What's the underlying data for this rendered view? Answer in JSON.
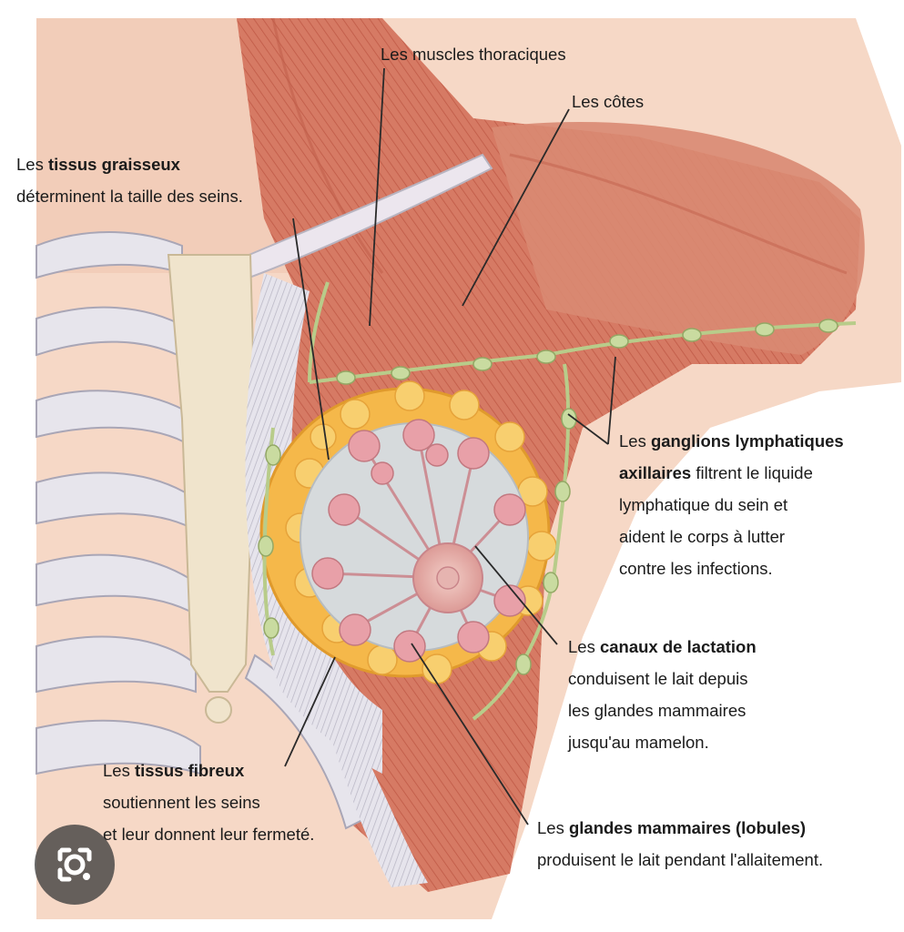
{
  "labels": {
    "muscles": {
      "line1": "Les muscles thoraciques"
    },
    "ribs": {
      "line1": "Les côtes"
    },
    "fat": {
      "line1_pre": "Les ",
      "line1_bold": "tissus graisseux",
      "line2": "déterminent la taille des seins."
    },
    "lymph": {
      "line1_pre": "Les ",
      "line1_bold": "ganglions lymphatiques",
      "line2_bold": "axillaires",
      "line2_post": " filtrent le liquide",
      "line3": "lymphatique du sein et",
      "line4": "aident le corps à lutter",
      "line5": "contre les infections."
    },
    "ducts": {
      "line1_pre": "Les ",
      "line1_bold": "canaux de lactation",
      "line2": "conduisent le lait depuis",
      "line3": "les glandes mammaires",
      "line4": "jusqu'au mamelon."
    },
    "fibrous": {
      "line1_pre": "Les ",
      "line1_bold": "tissus fibreux",
      "line2": "soutiennent les seins",
      "line3": "et leur donnent leur fermeté."
    },
    "glands": {
      "line1_pre": "Les ",
      "line1_bold": "glandes mammaires (lobules)",
      "line2": "produisent le lait pendant l'allaitement."
    }
  },
  "icons": {
    "lens": "google-lens-icon"
  },
  "colors": {
    "muscle": "#d9806a",
    "skin": "#f6d8c6",
    "bone": "#efe3cc",
    "fat": "#f5b84a",
    "gland": "#e8a0a8",
    "lymph": "#b8cc8a"
  }
}
